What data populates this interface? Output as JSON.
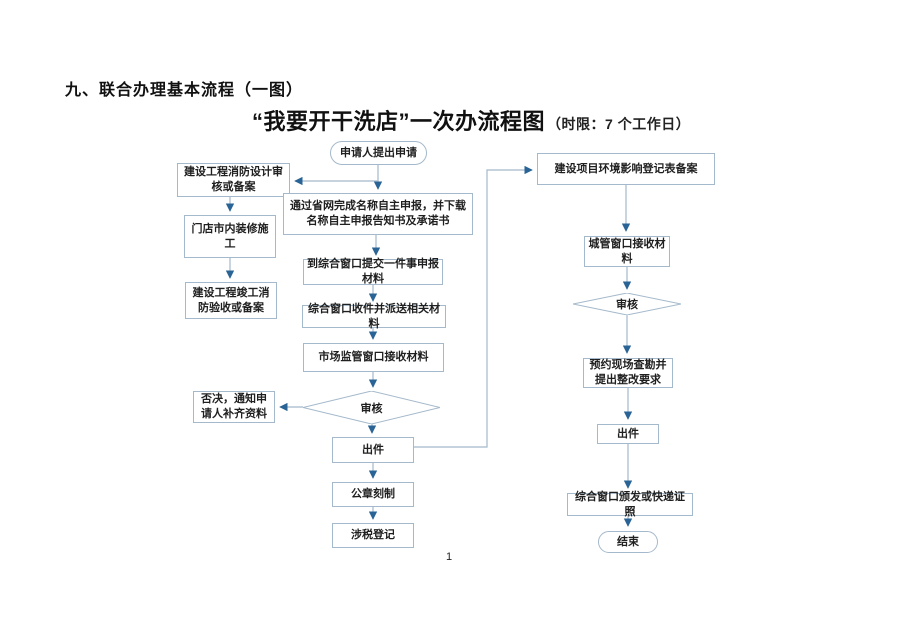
{
  "document": {
    "heading": "九、联合办理基本流程（一图）",
    "title": "“我要开干洗店”一次办流程图",
    "title_note": "（时限：7 个工作日）",
    "page_number": "1"
  },
  "flowchart": {
    "nodes": {
      "start": "申请人提出申请",
      "fire_design_review": "建设工程消防设计审核或备案",
      "shop_renovation": "门店市内装修施工",
      "fire_completion_acceptance": "建设工程竣工消防验收或备案",
      "online_name_declaration": "通过省网完成名称自主申报，并下载名称自主申报告知书及承诺书",
      "submit_materials": "到综合窗口提交一件事申报材料",
      "receive_and_dispatch": "综合窗口收件并派送相关材料",
      "market_supervision_window": "市场监管窗口接收材料",
      "review_left": "审核",
      "reject_notice": "否决，通知申请人补齐资料",
      "issue_left": "出件",
      "seal_carving": "公章刻制",
      "tax_registration": "涉税登记",
      "env_impact_registration": "建设项目环境影响登记表备案",
      "chengguan_window": "城管窗口接收材料",
      "review_right": "审核",
      "site_survey": "预约现场查勘并提出整改要求",
      "issue_right": "出件",
      "license_issuance": "综合窗口颁发或快递证照",
      "end": "结束"
    },
    "colors": {
      "connector": "#a4b9cb",
      "arrowhead": "#2a6496",
      "node_border": "#a4b9cb",
      "text": "#1f1f1f"
    }
  }
}
